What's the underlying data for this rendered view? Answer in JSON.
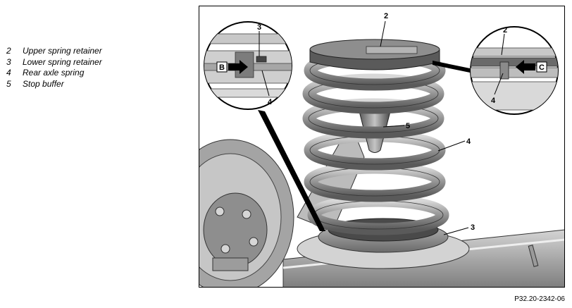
{
  "legend": {
    "items": [
      {
        "number": "2",
        "text": "Upper spring retainer"
      },
      {
        "number": "3",
        "text": "Lower spring retainer"
      },
      {
        "number": "4",
        "text": "Rear axle spring"
      },
      {
        "number": "5",
        "text": "Stop buffer"
      }
    ]
  },
  "figure": {
    "callouts": {
      "main_2": "2",
      "main_3": "3",
      "main_4": "4",
      "main_5": "5",
      "left_3": "3",
      "left_4": "4",
      "left_B": "B",
      "right_2": "2",
      "right_4": "4",
      "right_C": "C"
    },
    "code": "P32.20-2342-06"
  }
}
